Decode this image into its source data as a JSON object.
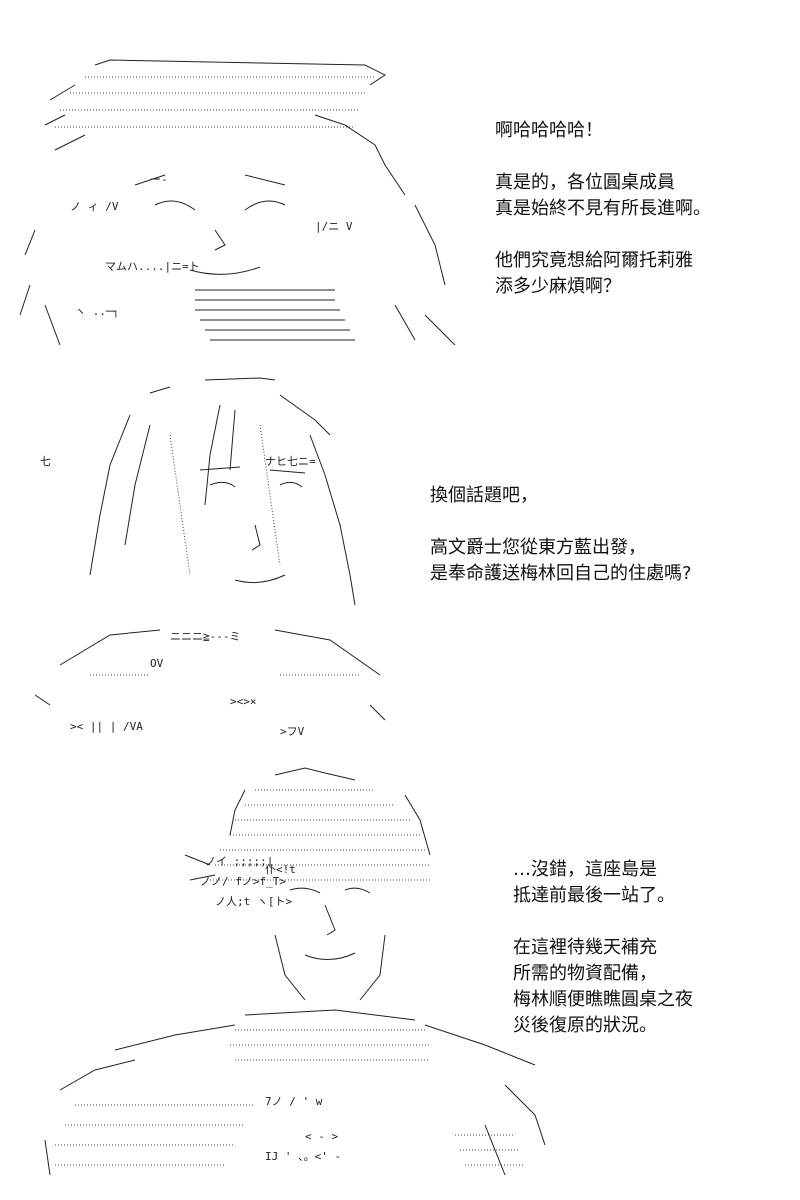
{
  "panels": [
    {
      "art_icon": "ascii-art-hooded-figure-icon",
      "dialogue": [
        "啊哈哈哈哈！",
        "",
        "真是的，各位圓桌成員",
        "真是始終不見有所長進啊。",
        "",
        "他們究竟想給阿爾托莉雅",
        "添多少麻煩啊？"
      ]
    },
    {
      "art_icon": "ascii-art-long-haired-figure-icon",
      "dialogue": [
        "換個話題吧，",
        "",
        "高文爵士您從東方藍出發，",
        "是奉命護送梅林回自己的住處嗎?"
      ]
    },
    {
      "art_icon": "ascii-art-short-haired-figure-icon",
      "dialogue": [
        "…沒錯，這座島是",
        "抵達前最後一站了。",
        "",
        "在這裡待幾天補充",
        "所需的物資配備，",
        "梅林順便瞧瞧圓桌之夜",
        "災後復原的狀況。"
      ]
    }
  ]
}
